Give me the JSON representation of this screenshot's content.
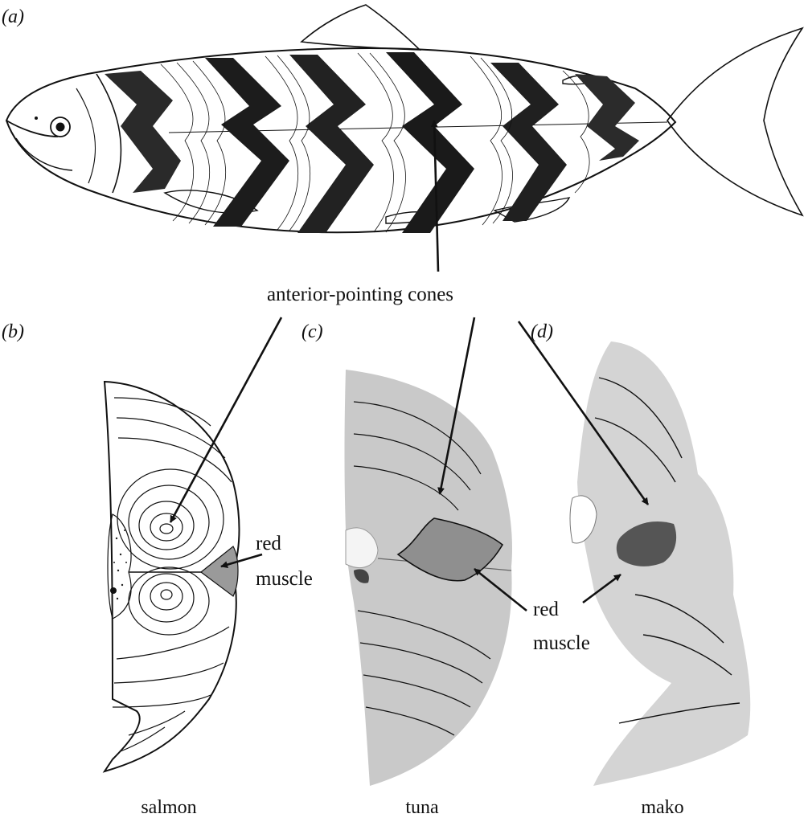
{
  "panels": {
    "a": "(a)",
    "b": "(b)",
    "c": "(c)",
    "d": "(d)"
  },
  "annotations": {
    "cones": "anterior-pointing cones",
    "red_muscle_b_line1": "red",
    "red_muscle_b_line2": "muscle",
    "red_muscle_c_line1": "red",
    "red_muscle_c_line2": "muscle"
  },
  "species": {
    "salmon": "salmon",
    "tuna": "tuna",
    "mako": "mako"
  },
  "colors": {
    "ink": "#111111",
    "red_muscle_salmon": "#9a9a9a",
    "red_muscle_mako": "#555555",
    "tuna_section": "#c9c9c9",
    "mako_section": "#d4d4d4"
  }
}
